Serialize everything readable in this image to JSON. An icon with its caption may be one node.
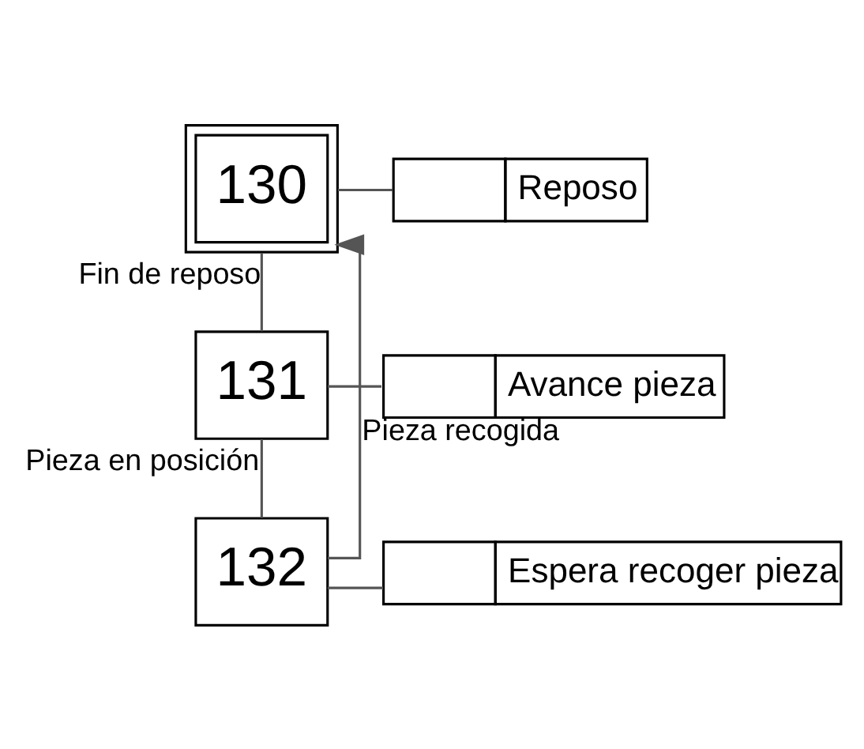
{
  "diagram": {
    "nodes": [
      {
        "text": [
          "130"
        ]
      },
      {
        "text": [
          "Reposo"
        ]
      },
      {
        "text": [
          "131"
        ]
      },
      {
        "text": [
          "Avance pieza"
        ]
      },
      {
        "text": [
          "132"
        ]
      },
      {
        "text": [
          "Espera recoger pieza"
        ]
      }
    ],
    "edges": [
      {
        "from": 0,
        "to": 1,
        "arrow": "none"
      },
      {
        "from": 0,
        "to": 2,
        "arrow": "none",
        "label": "Fin de reposo"
      },
      {
        "from": 2,
        "to": 3,
        "arrow": "none"
      },
      {
        "from": 2,
        "to": 4,
        "arrow": "none",
        "label": "Pieza en posición"
      },
      {
        "from": 4,
        "to": 5,
        "arrow": "none"
      },
      {
        "from": 4,
        "to": 0,
        "arrow": "to",
        "label": "Pieza recogida"
      }
    ]
  }
}
